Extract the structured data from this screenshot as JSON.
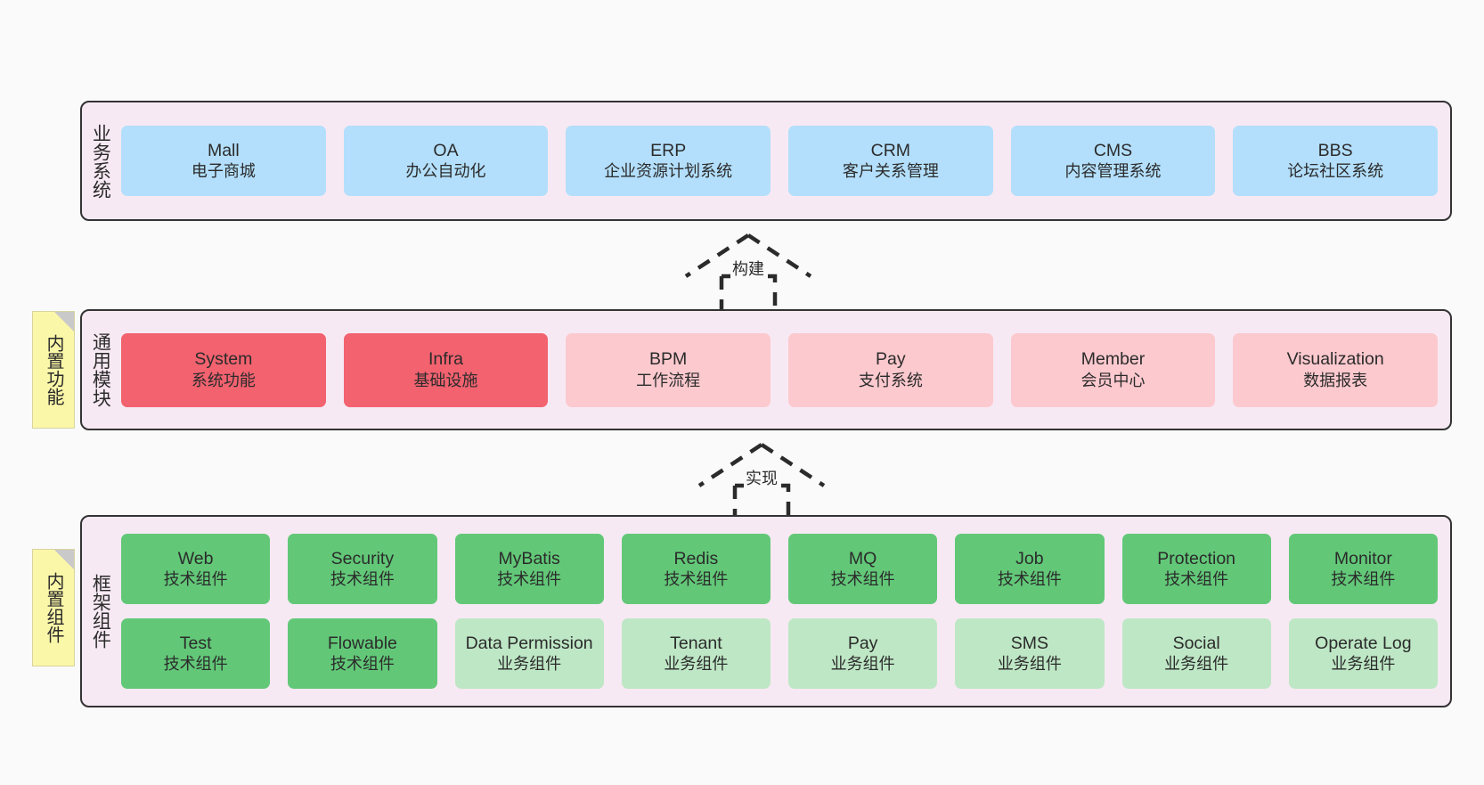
{
  "diagram": {
    "background_color": "#fafafa",
    "layer_bg_color": "#f7e9f3",
    "layer_border_color": "#333333",
    "note_color": "#fbf7a8",
    "colors": {
      "business": "#b3dffc",
      "module_core": "#f2626f",
      "module_optional": "#fcc9ce",
      "tech_component": "#62c878",
      "biz_component": "#bee7c5"
    }
  },
  "layers": [
    {
      "id": "business-system",
      "title": "业务系统",
      "note": null,
      "rows": [
        {
          "cards": [
            {
              "name": "Mall",
              "sub": "电子商城",
              "color": "blue"
            },
            {
              "name": "OA",
              "sub": "办公自动化",
              "color": "blue"
            },
            {
              "name": "ERP",
              "sub": "企业资源计划系统",
              "color": "blue"
            },
            {
              "name": "CRM",
              "sub": "客户关系管理",
              "color": "blue"
            },
            {
              "name": "CMS",
              "sub": "内容管理系统",
              "color": "blue"
            },
            {
              "name": "BBS",
              "sub": "论坛社区系统",
              "color": "blue"
            }
          ]
        }
      ]
    },
    {
      "id": "common-module",
      "title": "通用模块",
      "note": "内置功能",
      "rows": [
        {
          "cards": [
            {
              "name": "System",
              "sub": "系统功能",
              "color": "red"
            },
            {
              "name": "Infra",
              "sub": "基础设施",
              "color": "red"
            },
            {
              "name": "BPM",
              "sub": "工作流程",
              "color": "pink"
            },
            {
              "name": "Pay",
              "sub": "支付系统",
              "color": "pink"
            },
            {
              "name": "Member",
              "sub": "会员中心",
              "color": "pink"
            },
            {
              "name": "Visualization",
              "sub": "数据报表",
              "color": "pink"
            }
          ]
        }
      ]
    },
    {
      "id": "framework-component",
      "title": "框架组件",
      "note": "内置组件",
      "rows": [
        {
          "cards": [
            {
              "name": "Web",
              "sub": "技术组件",
              "color": "green"
            },
            {
              "name": "Security",
              "sub": "技术组件",
              "color": "green"
            },
            {
              "name": "MyBatis",
              "sub": "技术组件",
              "color": "green"
            },
            {
              "name": "Redis",
              "sub": "技术组件",
              "color": "green"
            },
            {
              "name": "MQ",
              "sub": "技术组件",
              "color": "green"
            },
            {
              "name": "Job",
              "sub": "技术组件",
              "color": "green"
            },
            {
              "name": "Protection",
              "sub": "技术组件",
              "color": "green"
            },
            {
              "name": "Monitor",
              "sub": "技术组件",
              "color": "green"
            }
          ]
        },
        {
          "cards": [
            {
              "name": "Test",
              "sub": "技术组件",
              "color": "green"
            },
            {
              "name": "Flowable",
              "sub": "技术组件",
              "color": "green"
            },
            {
              "name": "Data Permission",
              "sub": "业务组件",
              "color": "lightgreen"
            },
            {
              "name": "Tenant",
              "sub": "业务组件",
              "color": "lightgreen"
            },
            {
              "name": "Pay",
              "sub": "业务组件",
              "color": "lightgreen"
            },
            {
              "name": "SMS",
              "sub": "业务组件",
              "color": "lightgreen"
            },
            {
              "name": "Social",
              "sub": "业务组件",
              "color": "lightgreen"
            },
            {
              "name": "Operate Log",
              "sub": "业务组件",
              "color": "lightgreen"
            }
          ]
        }
      ]
    }
  ],
  "arrows": [
    {
      "id": "arrow-build",
      "label": "构建",
      "from": "common-module",
      "to": "business-system"
    },
    {
      "id": "arrow-implement",
      "label": "实现",
      "from": "framework-component",
      "to": "common-module"
    }
  ]
}
